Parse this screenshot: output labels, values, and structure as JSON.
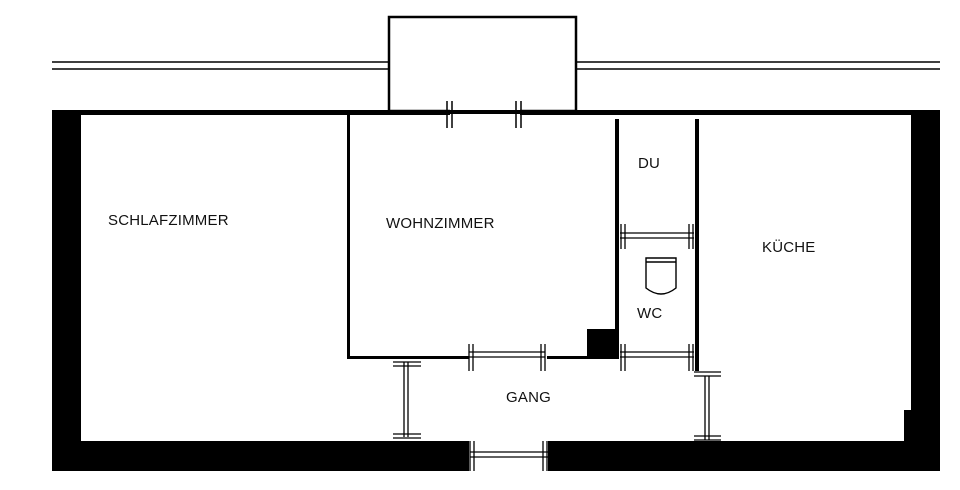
{
  "diagram": {
    "type": "floor-plan",
    "colors": {
      "wall": "#000000",
      "background": "#ffffff",
      "text": "#111111"
    },
    "rooms": [
      {
        "id": "schlafzimmer",
        "label": "SCHLAFZIMMER"
      },
      {
        "id": "wohnzimmer",
        "label": "WOHNZIMMER"
      },
      {
        "id": "du",
        "label": "DU"
      },
      {
        "id": "wc",
        "label": "WC"
      },
      {
        "id": "kueche",
        "label": "KÜCHE"
      },
      {
        "id": "gang",
        "label": "GANG"
      }
    ]
  }
}
